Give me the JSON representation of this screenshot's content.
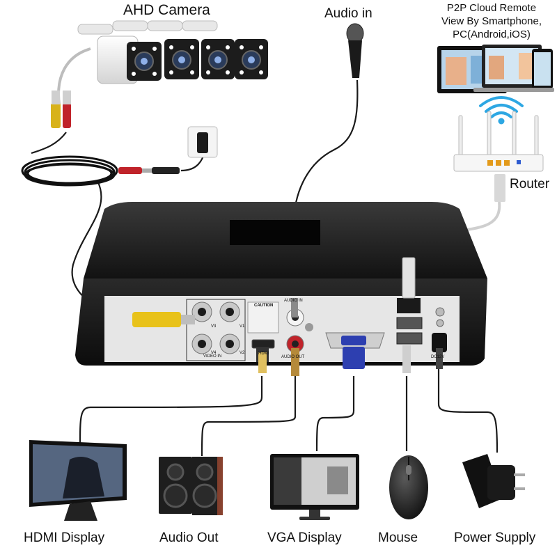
{
  "labels": {
    "ahd_camera": "AHD Camera",
    "audio_in": "Audio in",
    "p2p_line1": "P2P Cloud Remote",
    "p2p_line2": "View By Smartphone,",
    "p2p_line3": "PC(Android,iOS)",
    "router": "Router",
    "hdmi_display": "HDMI Display",
    "audio_out": "Audio Out",
    "vga_display": "VGA Display",
    "mouse": "Mouse",
    "power_supply": "Power Supply"
  },
  "panel": {
    "video_in": "VIDEO IN",
    "v1": "V1",
    "v2": "V2",
    "v3": "V3",
    "v4": "V4",
    "caution": "CAUTION",
    "hdmi": "HDMI",
    "audio_in": "AUDIO IN",
    "audio_out": "AUDIO OUT",
    "dc12v": "DC12V"
  },
  "colors": {
    "dvr_body": "#1b1b1b",
    "panel": "#e6e6e6",
    "bnc_yellow": "#e8c21a",
    "vga_blue": "#2d3fb0",
    "rca_red": "#c0232a"
  }
}
